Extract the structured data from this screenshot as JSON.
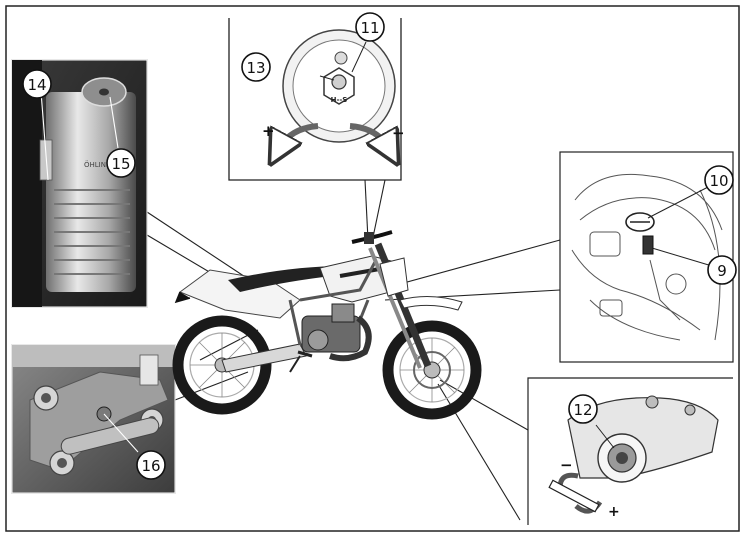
{
  "callouts": [
    {
      "id": "c9",
      "label": "9"
    },
    {
      "id": "c10",
      "label": "10"
    },
    {
      "id": "c11",
      "label": "11"
    },
    {
      "id": "c12",
      "label": "12"
    },
    {
      "id": "c13",
      "label": "13"
    },
    {
      "id": "c14",
      "label": "14"
    },
    {
      "id": "c15",
      "label": "15"
    },
    {
      "id": "c16",
      "label": "16"
    }
  ],
  "top_detail": {
    "plus": "+",
    "minus": "−",
    "screw_marking": "H--S"
  },
  "fork_detail": {
    "minus": "−",
    "plus": "+"
  },
  "shock_brand": "ÖHLINS"
}
